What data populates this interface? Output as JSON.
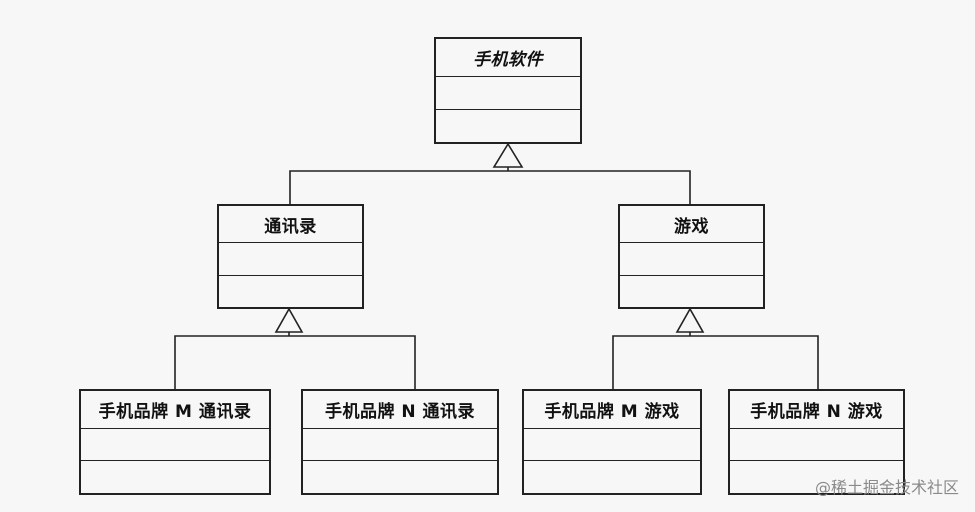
{
  "diagram": {
    "type": "uml-class-hierarchy",
    "classes": {
      "root": {
        "name": "手机软件",
        "abstract": true
      },
      "contacts": {
        "name": "通讯录"
      },
      "game": {
        "name": "游戏"
      },
      "brandM_contacts": {
        "name": "手机品牌 M 通讯录"
      },
      "brandN_contacts": {
        "name": "手机品牌 N 通讯录"
      },
      "brandM_game": {
        "name": "手机品牌 M 游戏"
      },
      "brandN_game": {
        "name": "手机品牌 N 游戏"
      }
    },
    "relations": [
      {
        "from": "contacts",
        "to": "root",
        "kind": "generalization"
      },
      {
        "from": "game",
        "to": "root",
        "kind": "generalization"
      },
      {
        "from": "brandM_contacts",
        "to": "contacts",
        "kind": "generalization"
      },
      {
        "from": "brandN_contacts",
        "to": "contacts",
        "kind": "generalization"
      },
      {
        "from": "brandM_game",
        "to": "game",
        "kind": "generalization"
      },
      {
        "from": "brandN_game",
        "to": "game",
        "kind": "generalization"
      }
    ]
  },
  "watermark": "@稀土掘金技术社区"
}
